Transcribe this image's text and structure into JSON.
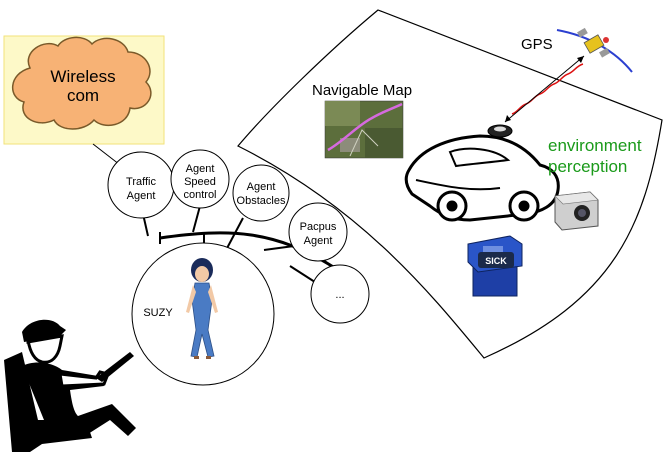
{
  "wireless": {
    "line1": "Wireless",
    "line2": "com"
  },
  "agents": {
    "traffic": {
      "line1": "Traffic",
      "line2": "Agent"
    },
    "speed": {
      "line1": "Agent",
      "line2": "Speed",
      "line3": "control"
    },
    "obstacles": {
      "line1": "Agent",
      "line2": "Obstacles"
    },
    "pacpus": {
      "line1": "Pacpus",
      "line2": "Agent"
    },
    "more": "...",
    "suzy": "SUZY"
  },
  "map_label": "Navigable Map",
  "gps_label": "GPS",
  "environment": {
    "line1": "environment",
    "line2": "perception",
    "color": "#1a9a1a"
  },
  "sick_label": "SICK",
  "colors": {
    "cloud_fill": "#f7b275",
    "wireless_box": "#fdf9c8"
  }
}
